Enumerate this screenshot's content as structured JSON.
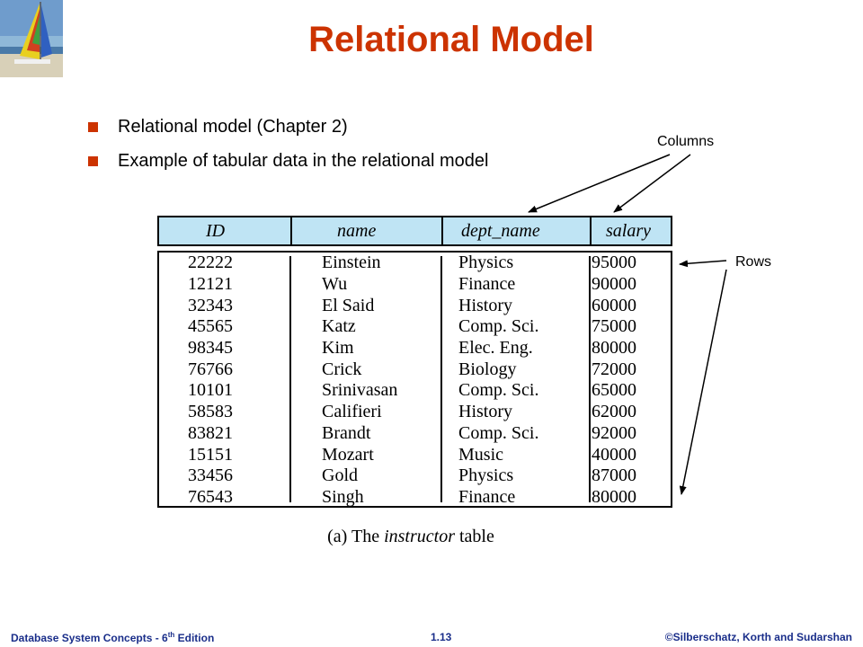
{
  "title": "Relational Model",
  "bullets": [
    "Relational model (Chapter 2)",
    "Example of tabular data in the relational model"
  ],
  "callouts": {
    "columns": "Columns",
    "rows": "Rows"
  },
  "table": {
    "headers": [
      "ID",
      "name",
      "dept_name",
      "salary"
    ],
    "rows": [
      [
        "22222",
        "Einstein",
        "Physics",
        "95000"
      ],
      [
        "12121",
        "Wu",
        "Finance",
        "90000"
      ],
      [
        "32343",
        "El Said",
        "History",
        "60000"
      ],
      [
        "45565",
        "Katz",
        "Comp. Sci.",
        "75000"
      ],
      [
        "98345",
        "Kim",
        "Elec. Eng.",
        "80000"
      ],
      [
        "76766",
        "Crick",
        "Biology",
        "72000"
      ],
      [
        "10101",
        "Srinivasan",
        "Comp. Sci.",
        "65000"
      ],
      [
        "58583",
        "Califieri",
        "History",
        "62000"
      ],
      [
        "83821",
        "Brandt",
        "Comp. Sci.",
        "92000"
      ],
      [
        "15151",
        "Mozart",
        "Music",
        "40000"
      ],
      [
        "33456",
        "Gold",
        "Physics",
        "87000"
      ],
      [
        "76543",
        "Singh",
        "Finance",
        "80000"
      ]
    ],
    "caption_prefix": "(a) The ",
    "caption_italic": "instructor",
    "caption_suffix": " table"
  },
  "footer": {
    "left_text": "Database  System Concepts  - 6",
    "left_sup": "th",
    "left_suffix": " Edition",
    "center": "1.13",
    "right": "©Silberschatz, Korth and Sudarshan"
  },
  "colors": {
    "title": "#cc3300",
    "bullet": "#cc3300",
    "header_fill": "#bfe4f4",
    "footer": "#1a2e8a"
  },
  "icons": {
    "logo": "sailboat-logo"
  }
}
